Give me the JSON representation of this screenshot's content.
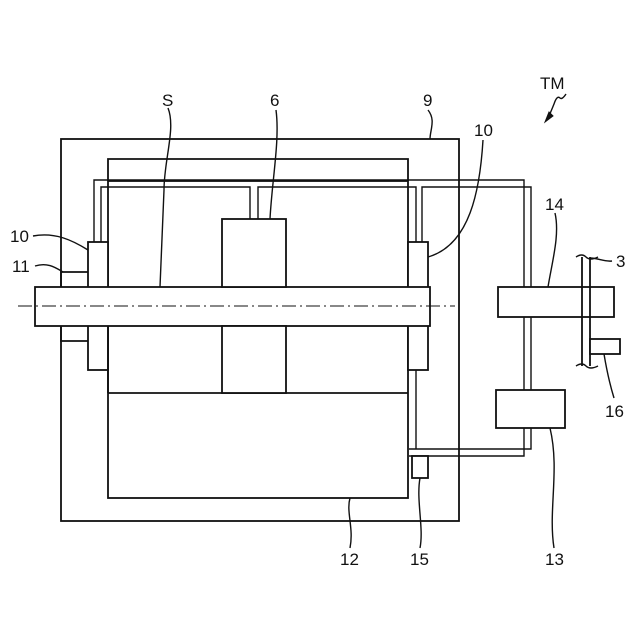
{
  "labels": {
    "tm": "TM",
    "s": "S",
    "n6": "6",
    "n9": "9",
    "n10_right": "10",
    "n10_left": "10",
    "n11": "11",
    "n14": "14",
    "n3": "3",
    "n16": "16",
    "n13": "13",
    "n12": "12",
    "n15": "15"
  }
}
